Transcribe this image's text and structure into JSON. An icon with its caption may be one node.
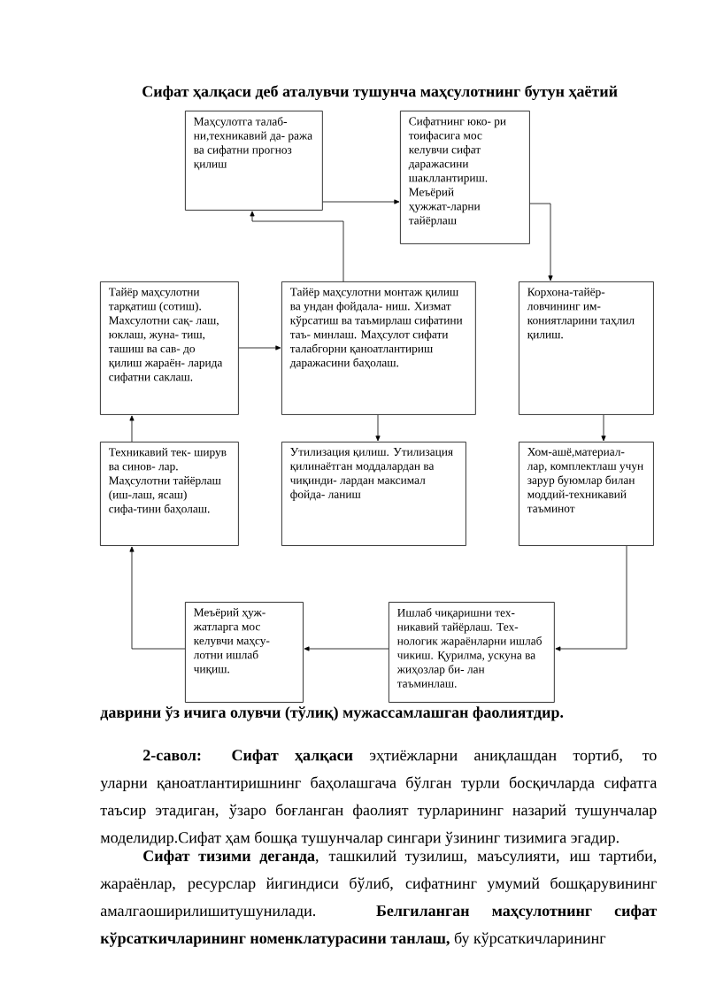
{
  "diagram": {
    "nodes": [
      {
        "text": [
          "Маҳсулотга талаб- ни,техникавий да- ража ва сифатни прогноз қилиш"
        ]
      },
      {
        "text": [
          "Сифатнинг юко- ри тоифасига мос келувчи сифат даражасини шакллантириш. Меъёрий ҳужжат-ларни тайёрлаш"
        ]
      },
      {
        "text": [
          "Тайёр маҳсулотни тарқатиш (сотиш). Махсулотни сақ- лаш, юклаш, жуна- тиш, ташиш ва сав- до қилиш жараён- ларида сифатни саклаш."
        ]
      },
      {
        "text": [
          "Тайёр маҳсулотни монтаж қилиш ва ундан фойдала- ниш. Хизмат кўрсатиш ва таъмирлаш сифатини таъ- минлаш. Маҳсулот сифати талабгорни қаноатлантириш даражасини баҳолаш."
        ]
      },
      {
        "text": [
          "Корхона-тайёр- ловчининг им- кониятларини таҳлил қилиш."
        ]
      },
      {
        "text": [
          "Техникавий тек- ширув ва синов- лар. Маҳсулотни тайёрлаш (иш-лаш, ясаш) сифа-тини баҳолаш."
        ]
      },
      {
        "text": [
          "Утилизация қилиш. Утилизация қилинаётган моддалардан ва чиқинди- лардан максимал фойда- ланиш"
        ]
      },
      {
        "text": [
          "Хом-ашё,материал- лар, комплектлаш учун зарур буюмлар билан моддий-техникавий таъминот"
        ]
      },
      {
        "text": [
          "Меъёрий ҳуж- жатларга мос келувчи маҳсу- лотни ишлаб чиқиш."
        ]
      },
      {
        "text": [
          "Ишлаб чиқаришни тех- никавий тайёрлаш. Тех- нологик жараёнларни ишлаб чикиш. Қурилма, ускуна ва жиҳозлар би- лан таъминлаш."
        ]
      }
    ],
    "edges": [
      {
        "from": 0,
        "to": 1,
        "arrow": "to"
      },
      {
        "from": 1,
        "to": 4,
        "arrow": "to"
      },
      {
        "from": 3,
        "to": 0,
        "arrow": "to"
      },
      {
        "from": 2,
        "to": 3,
        "arrow": "to"
      },
      {
        "from": 3,
        "to": 6,
        "arrow": "to"
      },
      {
        "from": 4,
        "to": 7,
        "arrow": "to"
      },
      {
        "from": 7,
        "to": 9,
        "arrow": "to"
      },
      {
        "from": 9,
        "to": 8,
        "arrow": "to"
      },
      {
        "from": 8,
        "to": 5,
        "arrow": "to"
      },
      {
        "from": 5,
        "to": 2,
        "arrow": "to"
      }
    ],
    "labels": [
      "Сифат ҳалқаси деб аталувчи тушунча маҳсулотнинг бутун ҳаётий",
      "даврини ўз ичига олувчи (тўлиқ) мужассамлашган фаолиятдир.",
      "**2-савол:** **Сифат ҳалқаси** эҳтиёжларни аниқлашдан тортиб, то уларни қаноатлантиришнинг баҳолашгача бўлган турли босқичларда сифатга таъсир этадиган, ўзаро боғланган фаолият турларининг назарий тушунчалар моделидир.Сифат ҳам бошқа тушунчалар сингари ўзининг тизимига эгадир.",
      "**Сифат тизими деганда**, ташкилий тузилиш, маъсулияти, иш тартиби, жараёнлар, ресурслар йигиндиси бўлиб, сифатнинг умумий бошқарувининг амалгаоширилишитушунилади. **Белгиланган маҳсулотнинг сифат кўрсаткичларининг номенклатурасини танлаш,** бу кўрсаткичларининг"
    ]
  }
}
